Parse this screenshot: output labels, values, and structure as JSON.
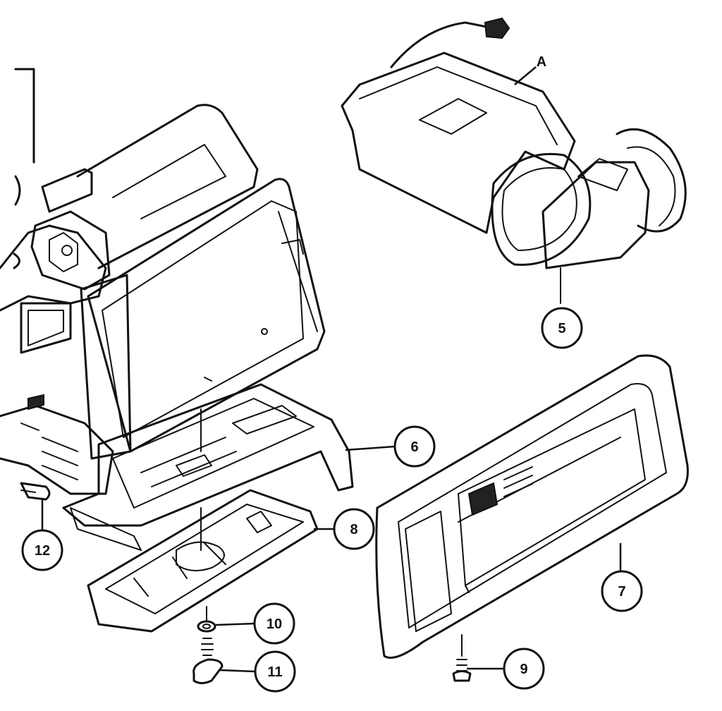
{
  "diagram": {
    "callouts": [
      {
        "id": "5",
        "label": "5"
      },
      {
        "id": "6",
        "label": "6"
      },
      {
        "id": "7",
        "label": "7"
      },
      {
        "id": "8",
        "label": "8"
      },
      {
        "id": "9",
        "label": "9"
      },
      {
        "id": "10",
        "label": "10"
      },
      {
        "id": "11",
        "label": "11"
      },
      {
        "id": "12",
        "label": "12"
      }
    ],
    "reference_letter": "A"
  }
}
